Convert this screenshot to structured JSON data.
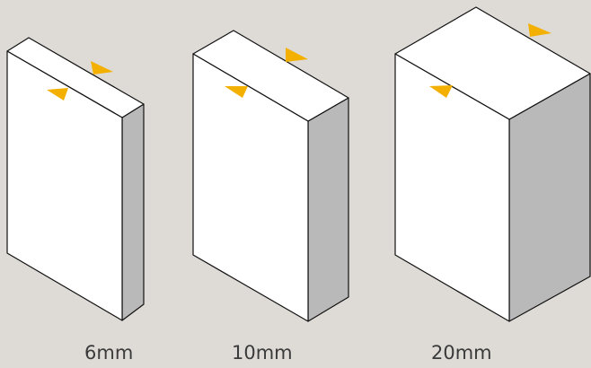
{
  "panels": [
    {
      "id": "6mm",
      "label": "6mm"
    },
    {
      "id": "10mm",
      "label": "10mm"
    },
    {
      "id": "20mm",
      "label": "20mm"
    }
  ],
  "colors": {
    "background": "#dedbd7",
    "front_face": "#ffffff",
    "top_face": "#ffffff",
    "side_face": "#b9b9b9",
    "edge": "#111111",
    "arrow": "#f4b000"
  },
  "icons": [
    "orange-arrow-marker"
  ]
}
